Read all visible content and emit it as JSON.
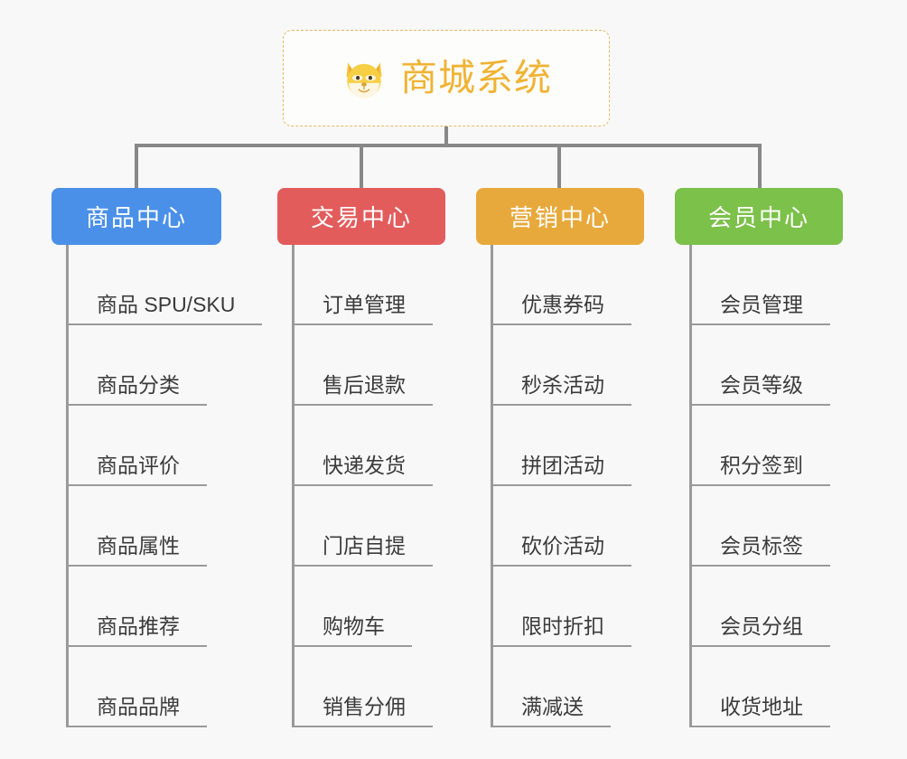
{
  "background": "#f8f8f8",
  "root": {
    "title": "商城系统",
    "icon": "shiba-dog-face-emoji",
    "color": "#f0b333",
    "border_color": "#e8b765"
  },
  "branches": [
    {
      "title": "商品中心",
      "color": "#4a90e8",
      "items": [
        "商品 SPU/SKU",
        "商品分类",
        "商品评价",
        "商品属性",
        "商品推荐",
        "商品品牌"
      ]
    },
    {
      "title": "交易中心",
      "color": "#e35c5c",
      "items": [
        "订单管理",
        "售后退款",
        "快递发货",
        "门店自提",
        "购物车",
        "销售分佣"
      ]
    },
    {
      "title": "营销中心",
      "color": "#e8a93c",
      "items": [
        "优惠券码",
        "秒杀活动",
        "拼团活动",
        "砍价活动",
        "限时折扣",
        "满减送"
      ]
    },
    {
      "title": "会员中心",
      "color": "#7cc14a",
      "items": [
        "会员管理",
        "会员等级",
        "积分签到",
        "会员标签",
        "会员分组",
        "收货地址"
      ]
    }
  ],
  "connector_color": "#888888",
  "leaf_line_color": "#9a9a9a",
  "leaf_text_color": "#3b3b3b"
}
